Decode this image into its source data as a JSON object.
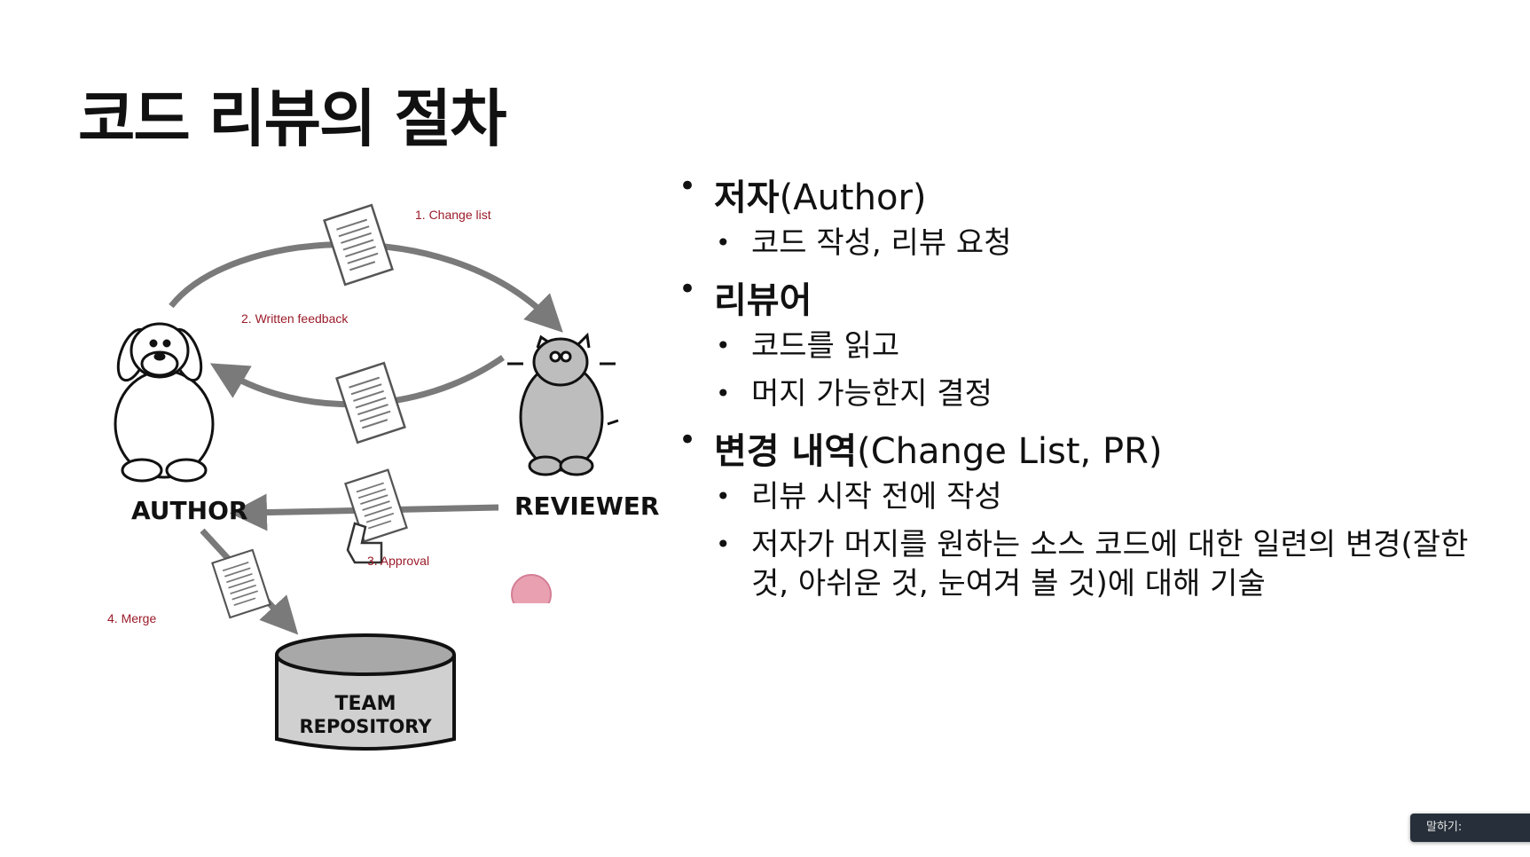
{
  "slide": {
    "title": "코드 리뷰의 절차",
    "bullets": [
      {
        "head": "저자",
        "tail": "(Author)",
        "subs": [
          "코드 작성, 리뷰 요청"
        ]
      },
      {
        "head": "리뷰어",
        "tail": "",
        "subs": [
          "코드를 읽고",
          "머지 가능한지 결정"
        ]
      },
      {
        "head": "변경 내역",
        "tail": "(Change List, PR)",
        "subs": [
          "리뷰 시작 전에 작성",
          "저자가 머지를 원하는 소스 코드에 대한 일련의 변경(잘한 것, 아쉬운 것, 눈여겨 볼 것)에 대해 기술"
        ]
      }
    ]
  },
  "diagram": {
    "steps": [
      "1. Change list",
      "2. Written feedback",
      "3. Approval",
      "4. Merge"
    ],
    "author": "AUTHOR",
    "reviewer": "REVIEWER",
    "repo_line1": "TEAM",
    "repo_line2": "REPOSITORY",
    "label_color": "#9b1b2a"
  },
  "speak_box": {
    "label": "말하기:"
  }
}
